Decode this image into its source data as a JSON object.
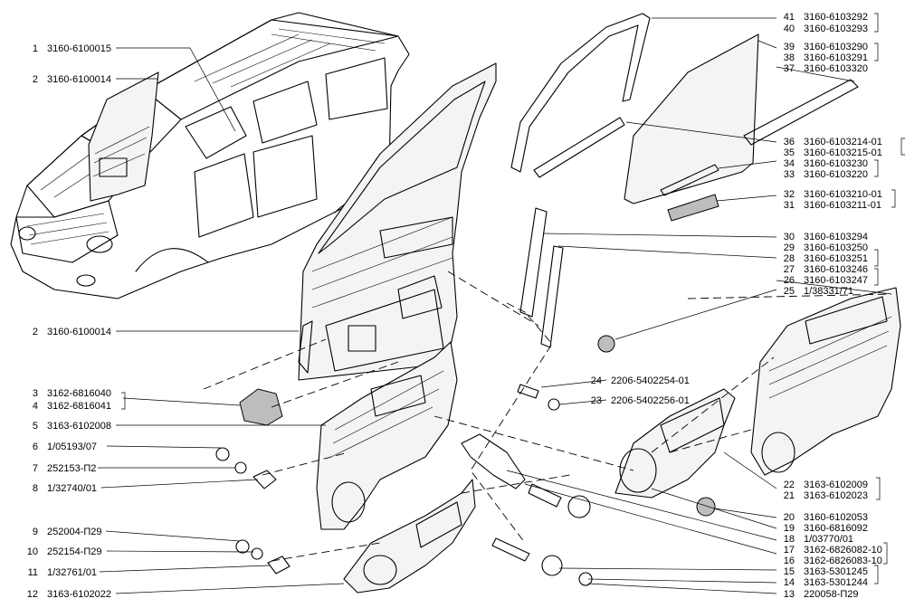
{
  "callouts": {
    "left": [
      {
        "num": "1",
        "code": "3160-6100015"
      },
      {
        "num": "2",
        "code": "3160-6100014"
      },
      {
        "num": "2",
        "code": "3160-6100014"
      },
      {
        "num": "3",
        "code": "3162-6816040"
      },
      {
        "num": "4",
        "code": "3162-6816041"
      },
      {
        "num": "5",
        "code": "3163-6102008"
      },
      {
        "num": "6",
        "code": "1/05193/07"
      },
      {
        "num": "7",
        "code": "252153-П2"
      },
      {
        "num": "8",
        "code": "1/32740/01"
      },
      {
        "num": "9",
        "code": "252004-П29"
      },
      {
        "num": "10",
        "code": "252154-П29"
      },
      {
        "num": "11",
        "code": "1/32761/01"
      },
      {
        "num": "12",
        "code": "3163-6102022"
      }
    ],
    "right": [
      {
        "num": "41",
        "code": "3160-6103292"
      },
      {
        "num": "40",
        "code": "3160-6103293"
      },
      {
        "num": "39",
        "code": "3160-6103290"
      },
      {
        "num": "38",
        "code": "3160-6103291"
      },
      {
        "num": "37",
        "code": "3160-6103320"
      },
      {
        "num": "36",
        "code": "3160-6103214-01"
      },
      {
        "num": "35",
        "code": "3160-6103215-01"
      },
      {
        "num": "34",
        "code": "3160-6103230"
      },
      {
        "num": "33",
        "code": "3160-6103220"
      },
      {
        "num": "32",
        "code": "3160-6103210-01"
      },
      {
        "num": "31",
        "code": "3160-6103211-01"
      },
      {
        "num": "30",
        "code": "3160-6103294"
      },
      {
        "num": "29",
        "code": "3160-6103250"
      },
      {
        "num": "28",
        "code": "3160-6103251"
      },
      {
        "num": "27",
        "code": "3160-6103246"
      },
      {
        "num": "26",
        "code": "3160-6103247"
      },
      {
        "num": "25",
        "code": "1/38331/71"
      },
      {
        "num": "22",
        "code": "3163-6102009"
      },
      {
        "num": "21",
        "code": "3163-6102023"
      },
      {
        "num": "20",
        "code": "3160-6102053"
      },
      {
        "num": "19",
        "code": "3160-6816092"
      },
      {
        "num": "18",
        "code": "1/03770/01"
      },
      {
        "num": "17",
        "code": "3162-6826082-10"
      },
      {
        "num": "16",
        "code": "3162-6826083-10"
      },
      {
        "num": "15",
        "code": "3163-5301245"
      },
      {
        "num": "14",
        "code": "3163-5301244"
      },
      {
        "num": "13",
        "code": "220058-П29"
      }
    ],
    "middle": [
      {
        "num": "24",
        "code": "2206-5402254-01"
      },
      {
        "num": "23",
        "code": "2206-5402256-01"
      }
    ]
  }
}
